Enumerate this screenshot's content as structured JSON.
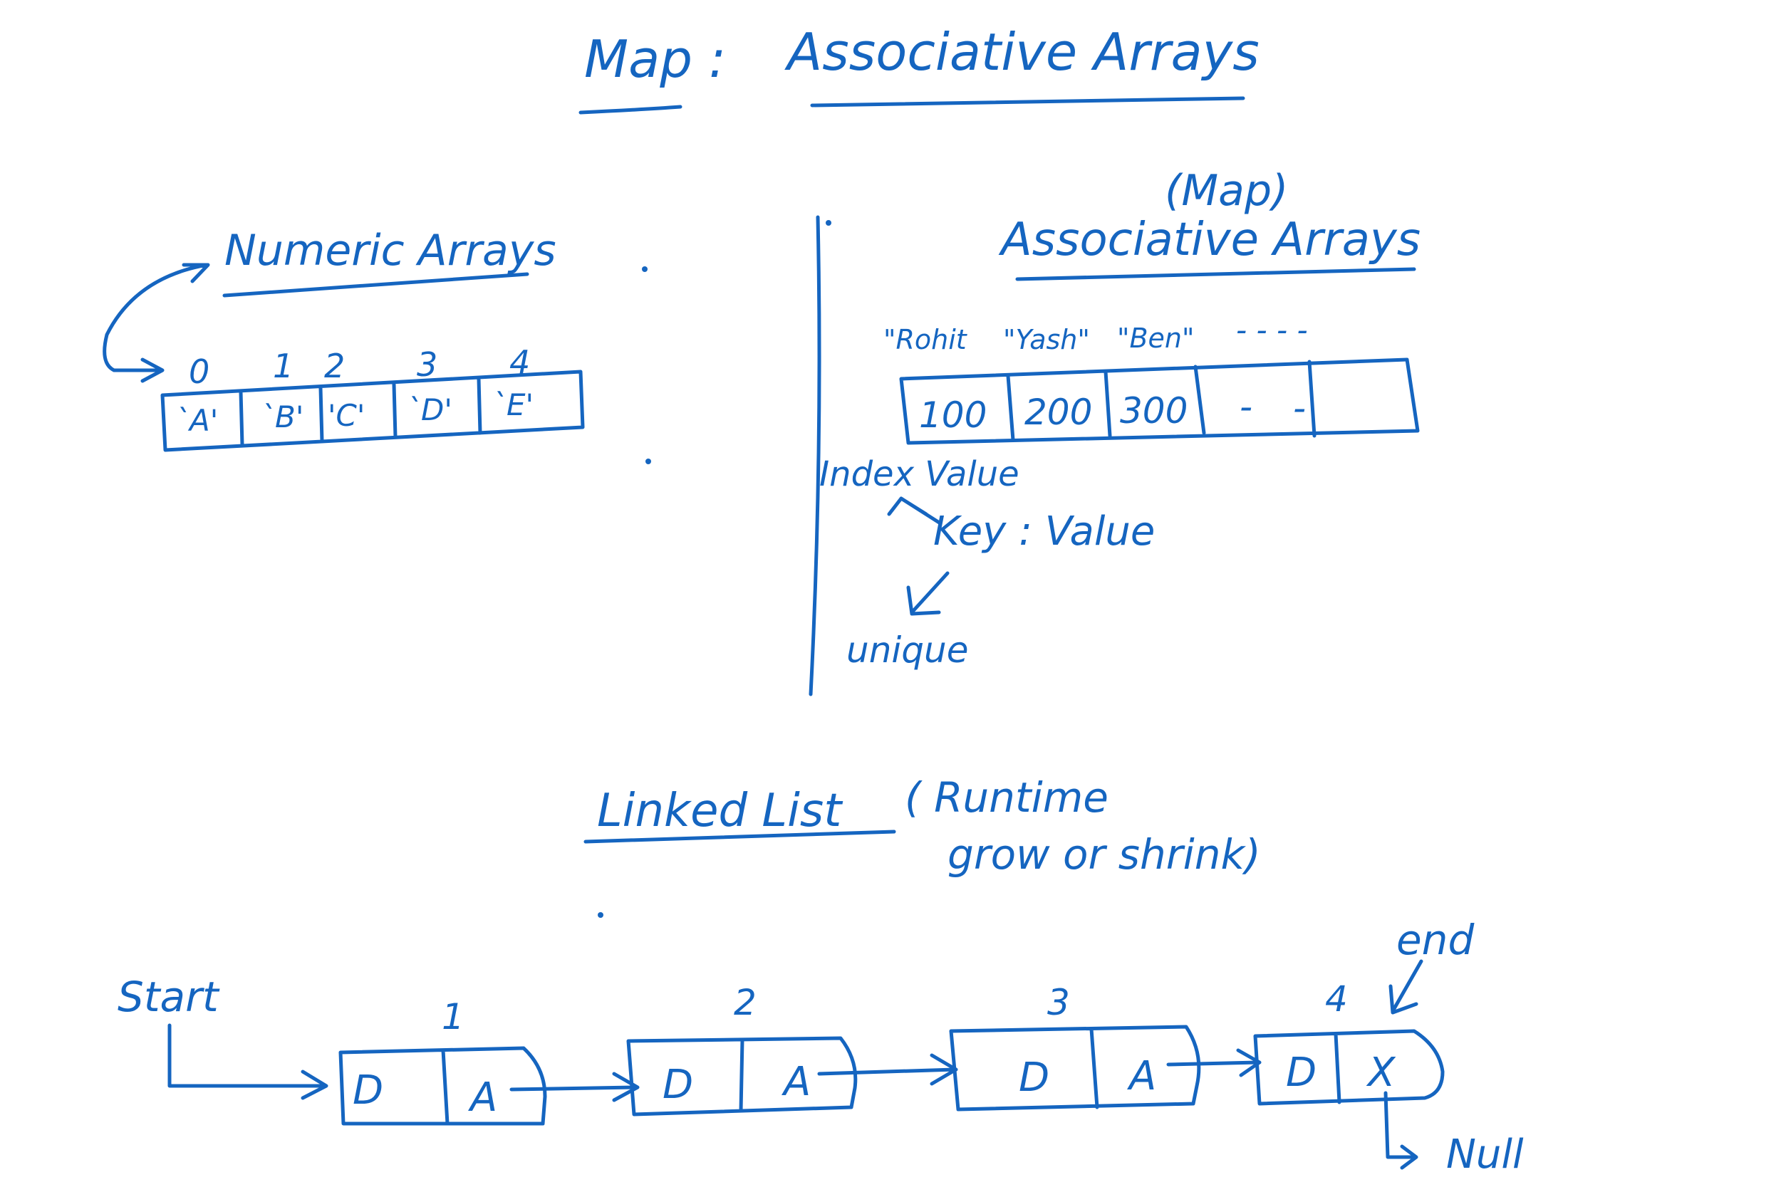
{
  "ink_color": "#1565c0",
  "background": "#ffffff",
  "title": {
    "left": "Map :",
    "right": "Associative Arrays"
  },
  "numeric": {
    "title": "Numeric Arrays",
    "indices": [
      "0",
      "1",
      "2",
      "3",
      "4"
    ],
    "cells": [
      "`A'",
      "`B'",
      "'C'",
      "`D'",
      "`E'"
    ]
  },
  "assoc": {
    "paren": "(Map)",
    "title": "Associative Arrays",
    "keys": [
      "\"Rohit",
      "\"Yash\"",
      "\"Ben\"",
      "- - - -"
    ],
    "cells": [
      "100",
      "200",
      "300",
      "-",
      "-",
      ""
    ],
    "index_value": "Index Value",
    "key_value": "Key : Value",
    "unique": "unique"
  },
  "linked": {
    "title": "Linked List",
    "note_line1": "( Runtime",
    "note_line2": "grow or shrink)",
    "start": "Start",
    "end": "end",
    "null": "Null",
    "nodes": [
      {
        "index": "1",
        "d": "D",
        "a": "A"
      },
      {
        "index": "2",
        "d": "D",
        "a": "A"
      },
      {
        "index": "3",
        "d": "D",
        "a": "A"
      },
      {
        "index": "4",
        "d": "D",
        "a": "X"
      }
    ]
  }
}
